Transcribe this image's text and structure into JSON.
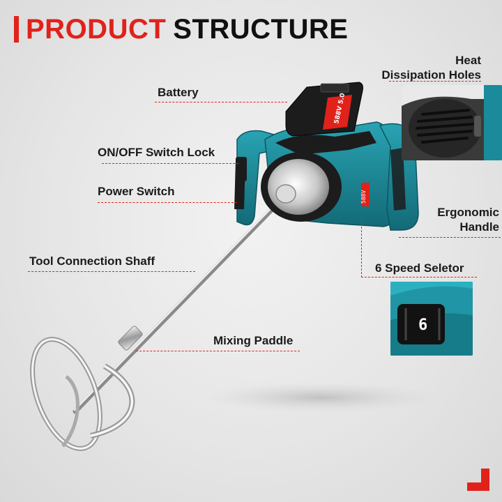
{
  "header": {
    "title_word1": "PRODUCT",
    "title_word2": "STRUCTURE"
  },
  "labels": {
    "heat_line1": "Heat",
    "heat_line2": "Dissipation Holes",
    "battery": "Battery",
    "onoff_lock": "ON/OFF Switch Lock",
    "power_switch": "Power Switch",
    "ergonomic_line1": "Ergonomic",
    "ergonomic_line2": "Handle",
    "tool_shaft": "Tool Connection Shaff",
    "speed_selector": "6 Speed Seletor",
    "mixing_paddle": "Mixing Paddle"
  },
  "speed_dial_value": "6",
  "colors": {
    "accent": "#e0221b",
    "tool_teal": "#1b8a9a",
    "tool_black": "#1c1c1c"
  }
}
